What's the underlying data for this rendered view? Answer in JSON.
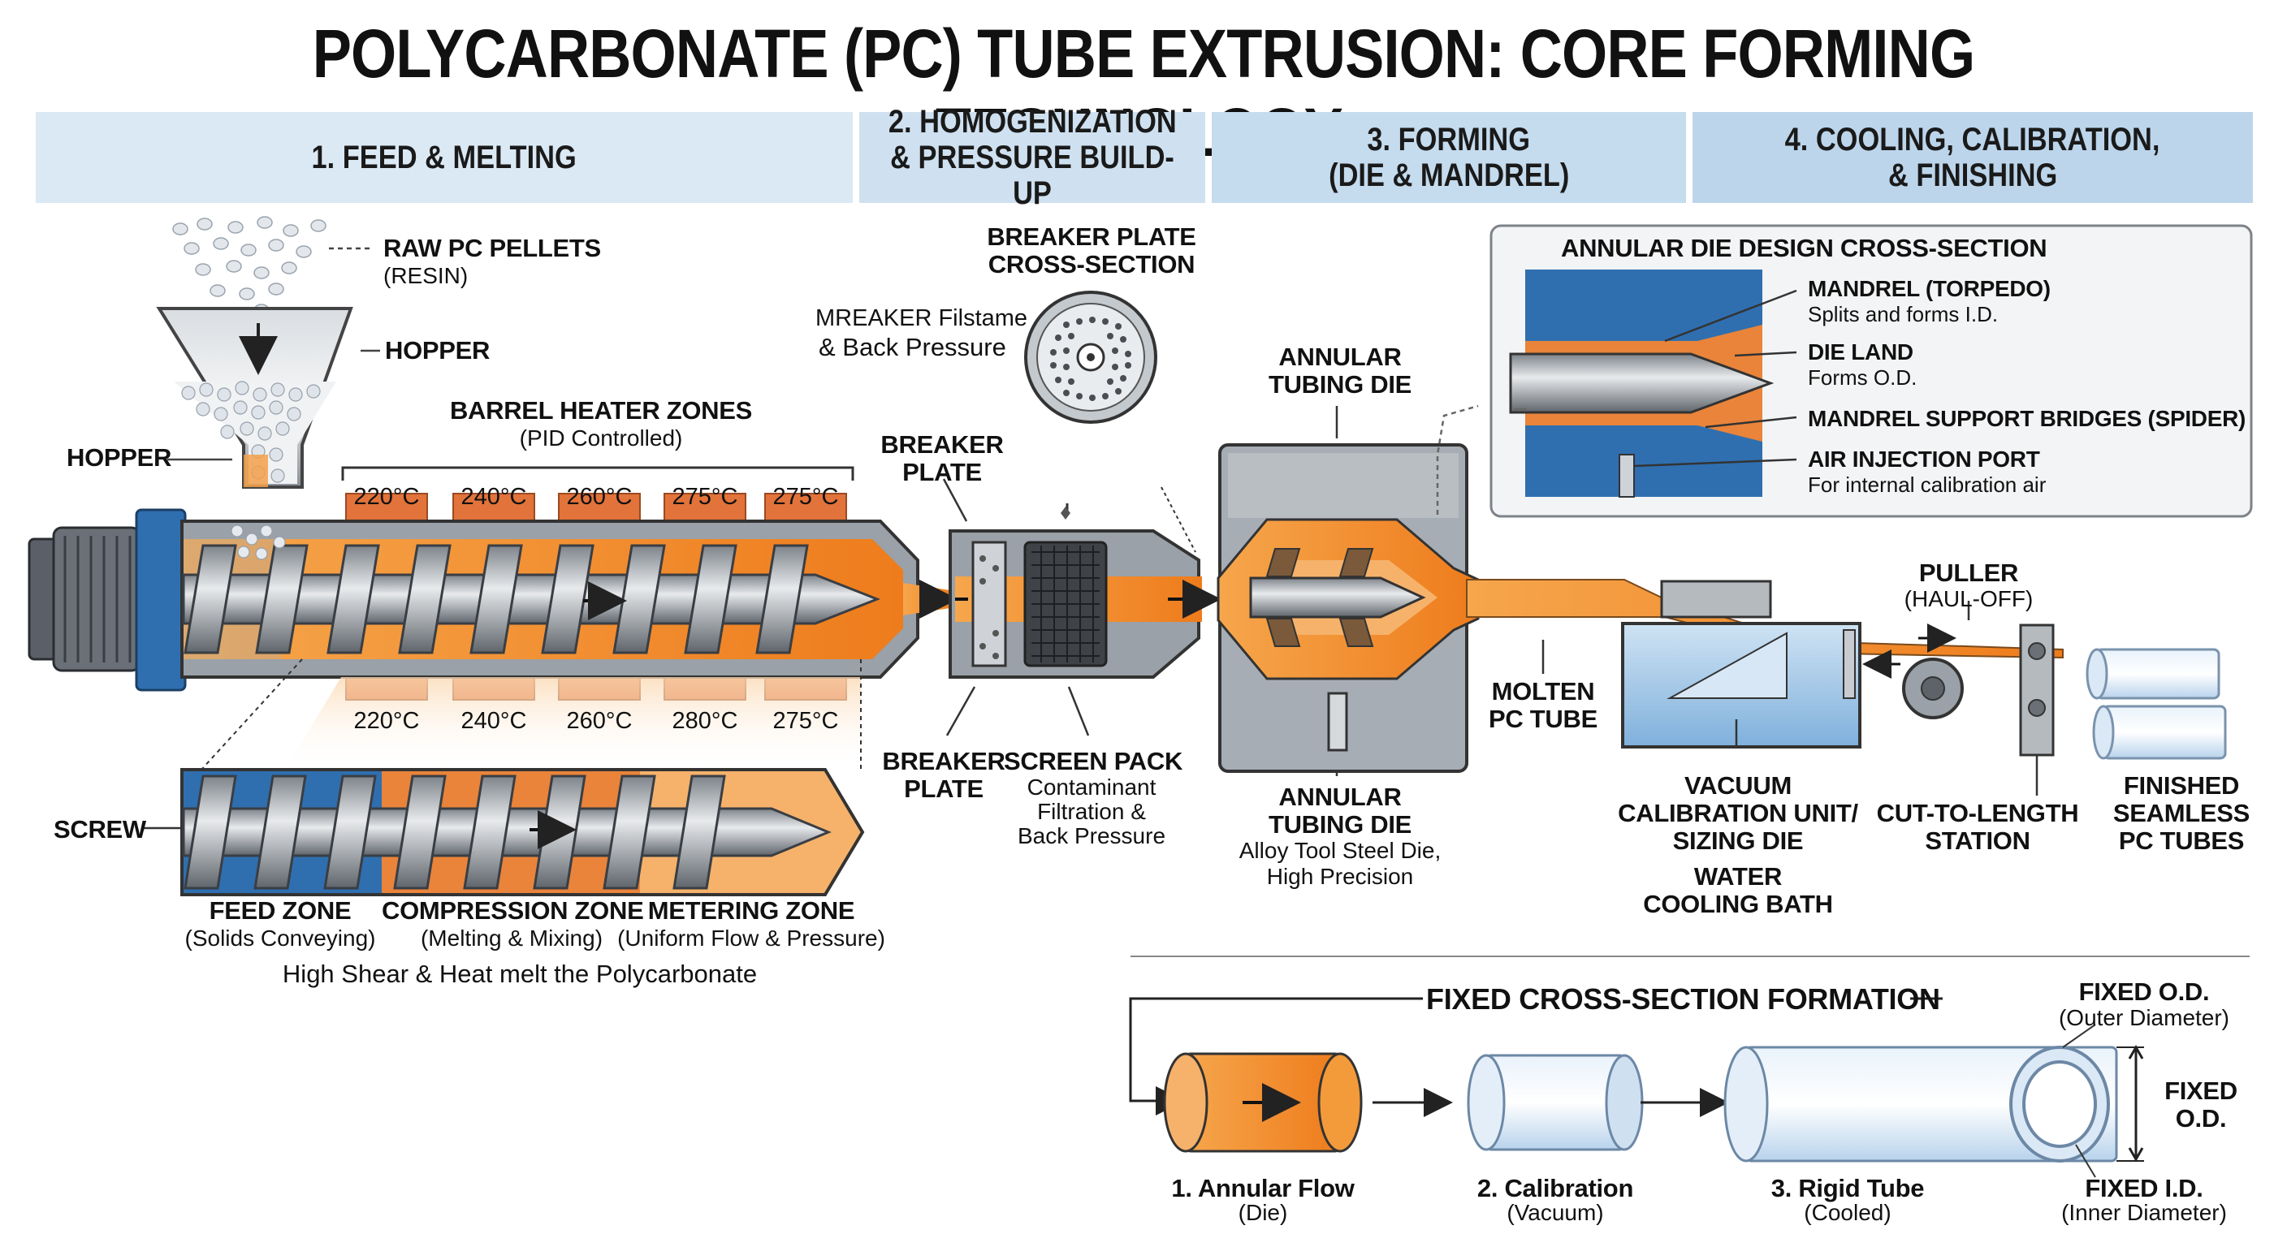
{
  "title": "POLYCARBONATE (PC) TUBE EXTRUSION: CORE FORMING TECHNOLOGY.",
  "stages": [
    {
      "line1": "1. FEED & MELTING",
      "line2": ""
    },
    {
      "line1": "2. HOMOGENIZATION",
      "line2": "& PRESSURE BUILD-UP"
    },
    {
      "line1": "3. FORMING",
      "line2": "(DIE & MANDREL)"
    },
    {
      "line1": "4. COOLING, CALIBRATION,",
      "line2": "& FINISHING"
    }
  ],
  "feed": {
    "pellets_title": "RAW PC PELLETS",
    "pellets_sub": "(RESIN)",
    "hopper_right": "HOPPER",
    "hopper_left": "HOPPER",
    "heater_title": "BARREL HEATER ZONES",
    "heater_sub": "(PID Controlled)",
    "top_temps": [
      "220°C",
      "240°C",
      "260°C",
      "275°C",
      "275°C"
    ],
    "bottom_temps": [
      "220°C",
      "240°C",
      "260°C",
      "280°C",
      "275°C"
    ],
    "screw_label": "SCREW",
    "zones": [
      {
        "name": "FEED ZONE",
        "desc": "(Solids Conveying)"
      },
      {
        "name": "COMPRESSION ZONE",
        "desc": "(Melting & Mixing)"
      },
      {
        "name": "METERING ZONE",
        "desc": "(Uniform Flow & Pressure)"
      }
    ],
    "caption": "High Shear & Heat melt the Polycarbonate"
  },
  "homogenization": {
    "bp_cross_title1": "BREAKER PLATE",
    "bp_cross_title2": "CROSS-SECTION",
    "mreaker1": "MREAKER Filstame",
    "mreaker2": "& Back Pressure",
    "breaker_top1": "BREAKER",
    "breaker_top2": "PLATE",
    "breaker_bot1": "BREAKER",
    "breaker_bot2": "PLATE",
    "screen_title": "SCREEN PACK",
    "screen_d1": "Contaminant",
    "screen_d2": "Filtration &",
    "screen_d3": "Back Pressure"
  },
  "forming": {
    "die_top1": "ANNULAR",
    "die_top2": "TUBING DIE",
    "die_bot1": "ANNULAR",
    "die_bot2": "TUBING DIE",
    "die_bot3": "Alloy Tool Steel Die,",
    "die_bot4": "High Precision",
    "molten1": "MOLTEN",
    "molten2": "PC TUBE",
    "inset_title": "ANNULAR DIE DESIGN CROSS-SECTION",
    "inset_items": [
      {
        "name": "MANDREL (TORPEDO)",
        "desc": "Splits and forms I.D."
      },
      {
        "name": "DIE LAND",
        "desc": "Forms O.D."
      },
      {
        "name": "MANDREL SUPPORT BRIDGES (SPIDER)",
        "desc": ""
      },
      {
        "name": "AIR INJECTION PORT",
        "desc": "For internal calibration air"
      }
    ]
  },
  "cooling": {
    "puller1": "PULLER",
    "puller2": "(HAUL-OFF)",
    "vac1": "VACUUM",
    "vac2": "CALIBRATION UNIT/",
    "vac3": "SIZING DIE",
    "bath1": "WATER",
    "bath2": "COOLING BATH",
    "cut1": "CUT-TO-LENGTH",
    "cut2": "STATION",
    "fin1": "FINISHED",
    "fin2": "SEAMLESS",
    "fin3": "PC TUBES"
  },
  "cross_section": {
    "title": "FIXED CROSS-SECTION FORMATION",
    "steps": [
      {
        "name": "1. Annular Flow",
        "desc": "(Die)"
      },
      {
        "name": "2. Calibration",
        "desc": "(Vacuum)"
      },
      {
        "name": "3. Rigid Tube",
        "desc": "(Cooled)"
      }
    ],
    "od_title": "FIXED O.D.",
    "od_sub": "(Outer Diameter)",
    "od_side1": "FIXED",
    "od_side2": "O.D.",
    "id_title": "FIXED I.D.",
    "id_sub": "(Inner Diameter)"
  },
  "colors": {
    "stage_bg_1": "#dbe9f4",
    "stage_bg_2": "#c9ddee",
    "melt_orange": "#f28c28",
    "heater_band": "#e2733a",
    "steel": "#a9afb6",
    "motor_blue": "#2f6fb0",
    "water_blue": "#a8cbe8"
  }
}
